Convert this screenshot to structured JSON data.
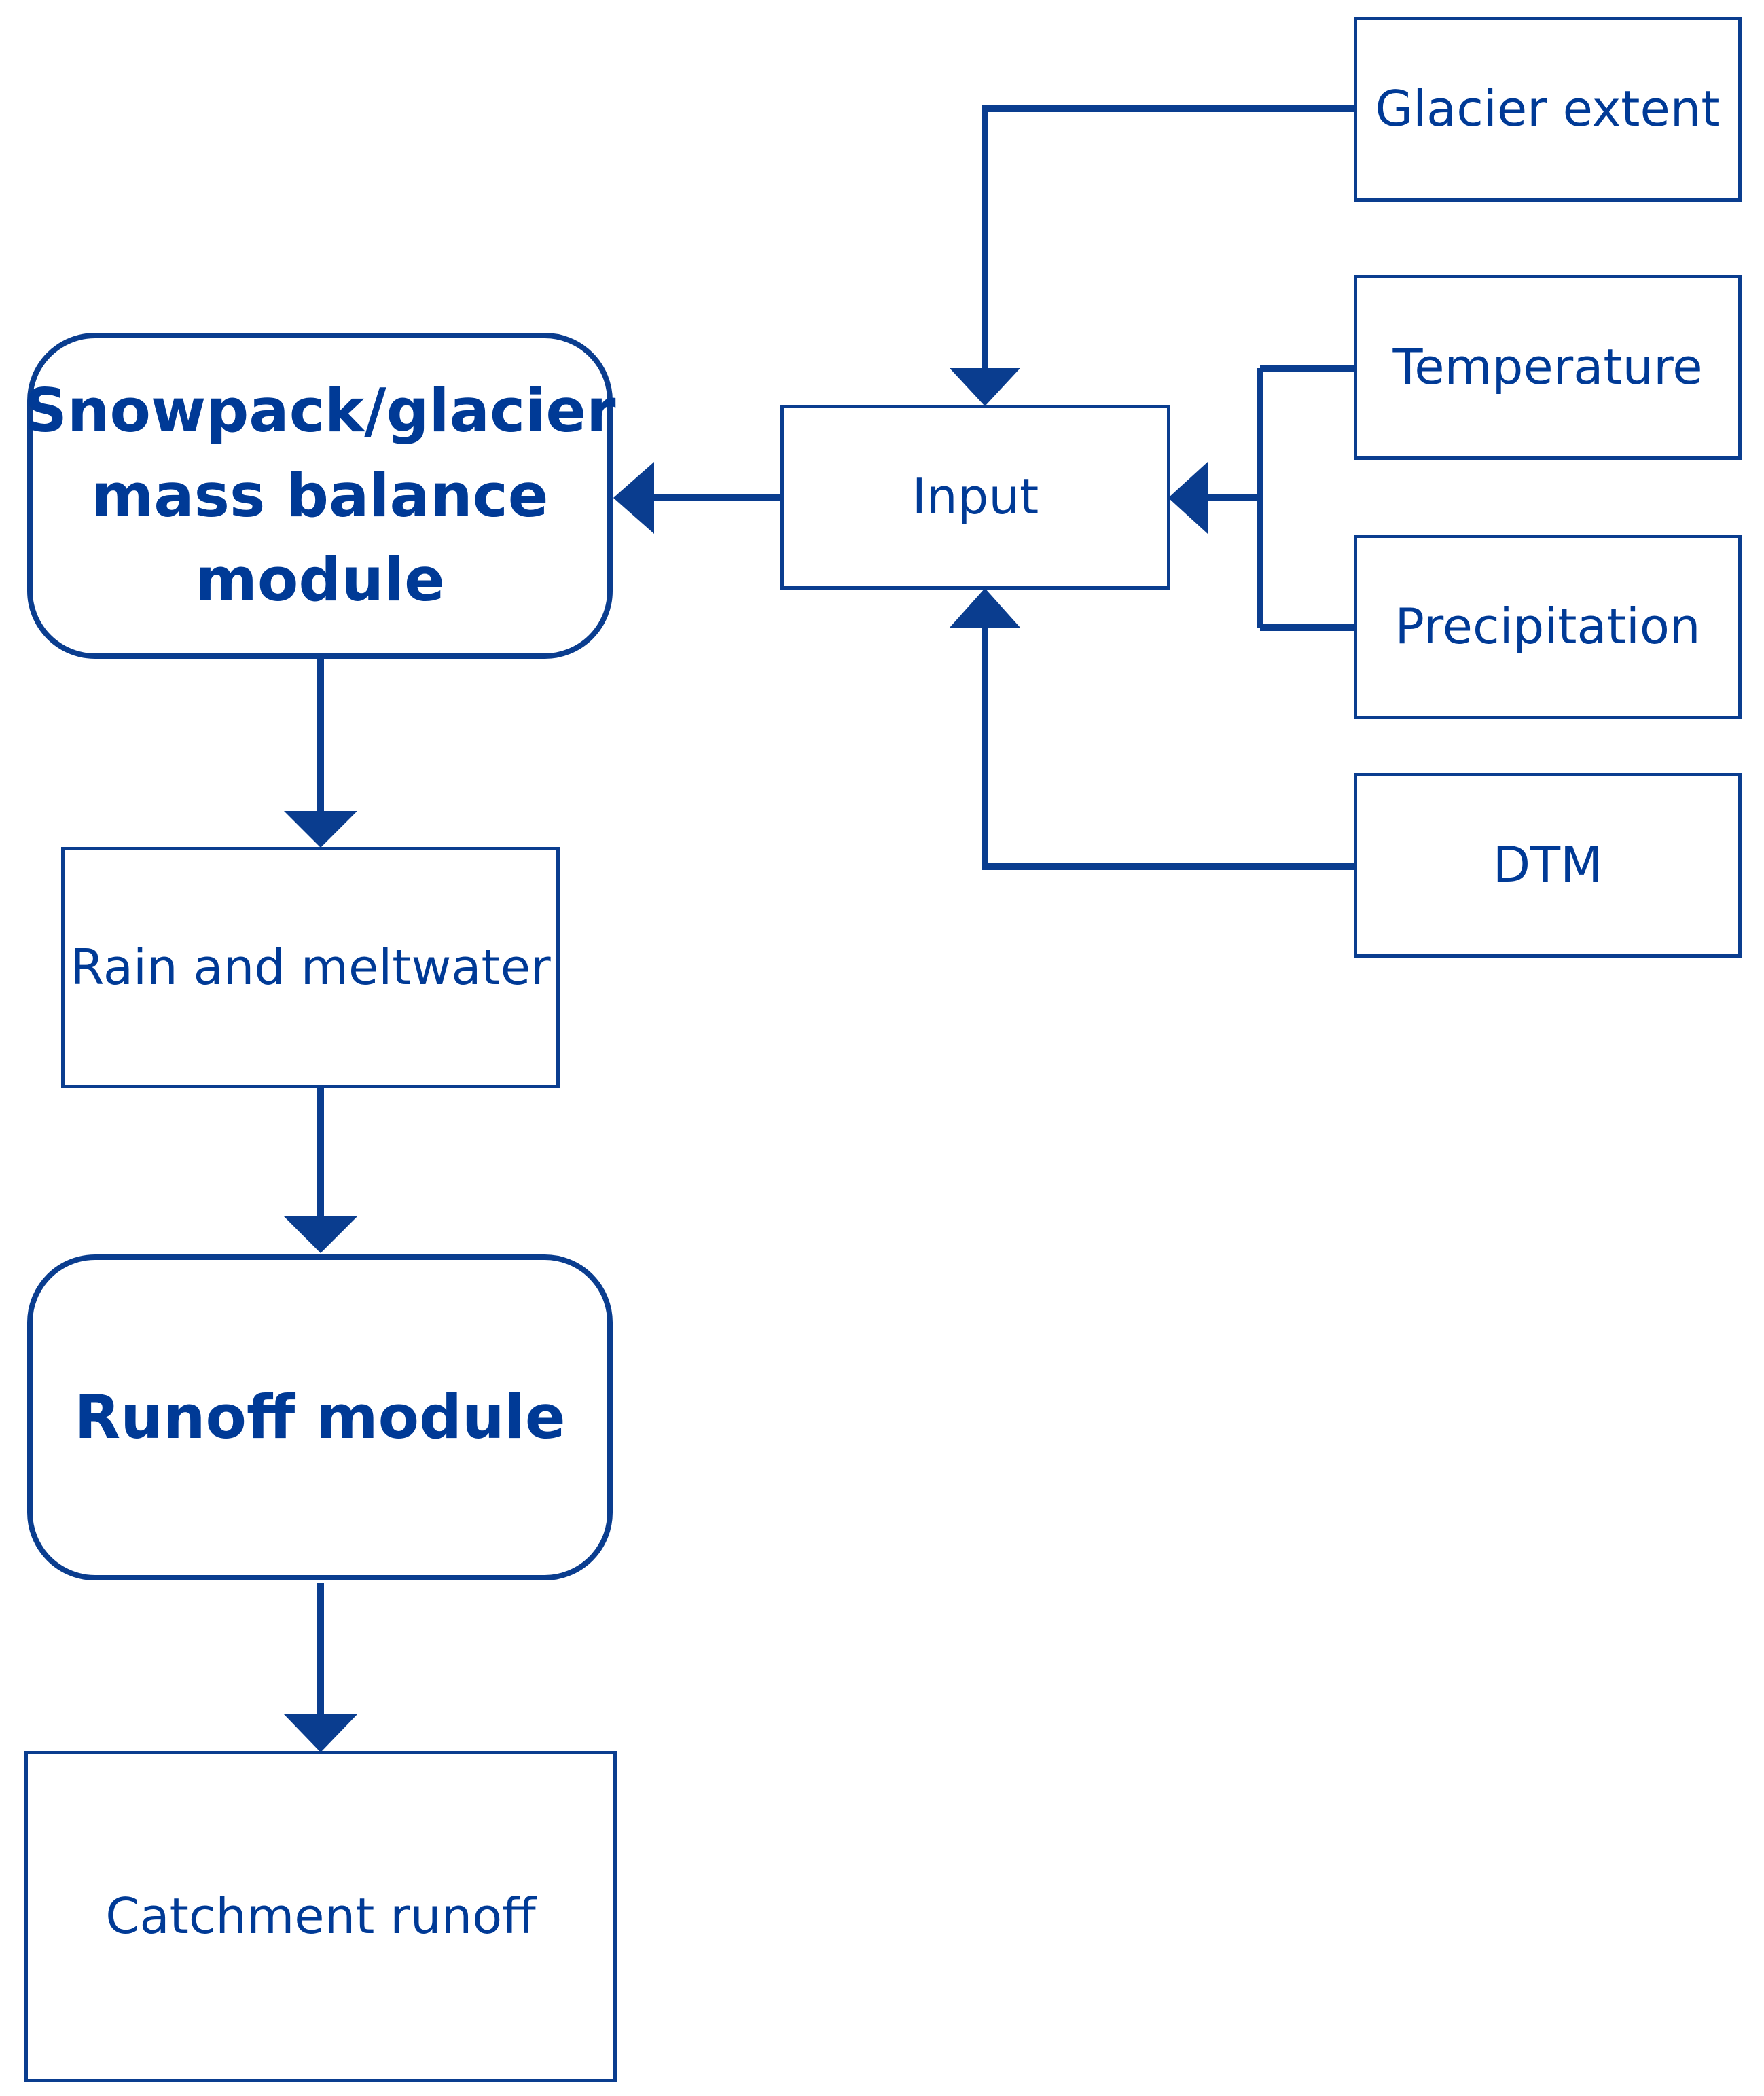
{
  "diagram": {
    "nodes": {
      "glacier_extent": "Glacier extent",
      "temperature": "Temperature",
      "precipitation": "Precipitation",
      "dtm": "DTM",
      "input": "Input",
      "snowpack_module": "Snowpack/glacier mass balance module",
      "rain_meltwater": "Rain and meltwater",
      "runoff_module": "Runoff module",
      "catchment_runoff": "Catchment runoff"
    },
    "edges": [
      {
        "from": "Glacier extent",
        "to": "Input"
      },
      {
        "from": "Temperature",
        "to": "Input"
      },
      {
        "from": "Precipitation",
        "to": "Input"
      },
      {
        "from": "DTM",
        "to": "Input"
      },
      {
        "from": "Input",
        "to": "Snowpack/glacier mass balance module"
      },
      {
        "from": "Snowpack/glacier mass balance module",
        "to": "Rain and meltwater"
      },
      {
        "from": "Rain and meltwater",
        "to": "Runoff module"
      },
      {
        "from": "Runoff module",
        "to": "Catchment runoff"
      }
    ],
    "colors": {
      "line": "#0a3d8f",
      "text": "#003a96",
      "background": "#ffffff"
    }
  }
}
